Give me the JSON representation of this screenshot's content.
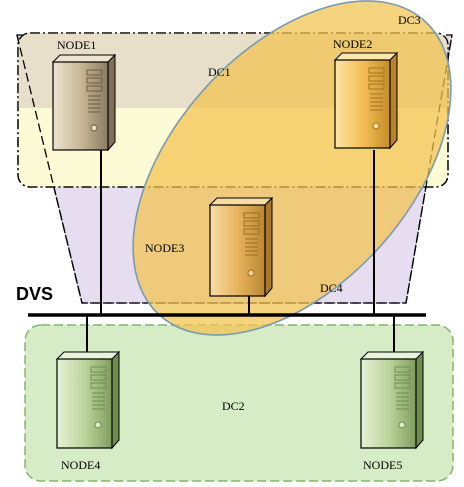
{
  "diagram": {
    "dvs_label": "DVS",
    "clusters": {
      "dc1": "DC1",
      "dc2": "DC2",
      "dc3": "DC3",
      "dc4": "DC4"
    },
    "nodes": {
      "node1": "NODE1",
      "node2": "NODE2",
      "node3": "NODE3",
      "node4": "NODE4",
      "node5": "NODE5"
    },
    "colors": {
      "dc1_fill": "#fdfbd6",
      "dc1_top_fill": "#e6ddc9",
      "dc4_fill": "#e6def0",
      "dc2_fill": "#d6ecc6",
      "dc2_border": "#86b36a",
      "dc3_fill": "#f3c24d",
      "dc3_border": "#7a9ab0",
      "node1_color": "#c9b99a",
      "node2_color": "#f0bf5a",
      "node3_color": "#e8b35e",
      "node45_color": "#b9d39a"
    }
  }
}
